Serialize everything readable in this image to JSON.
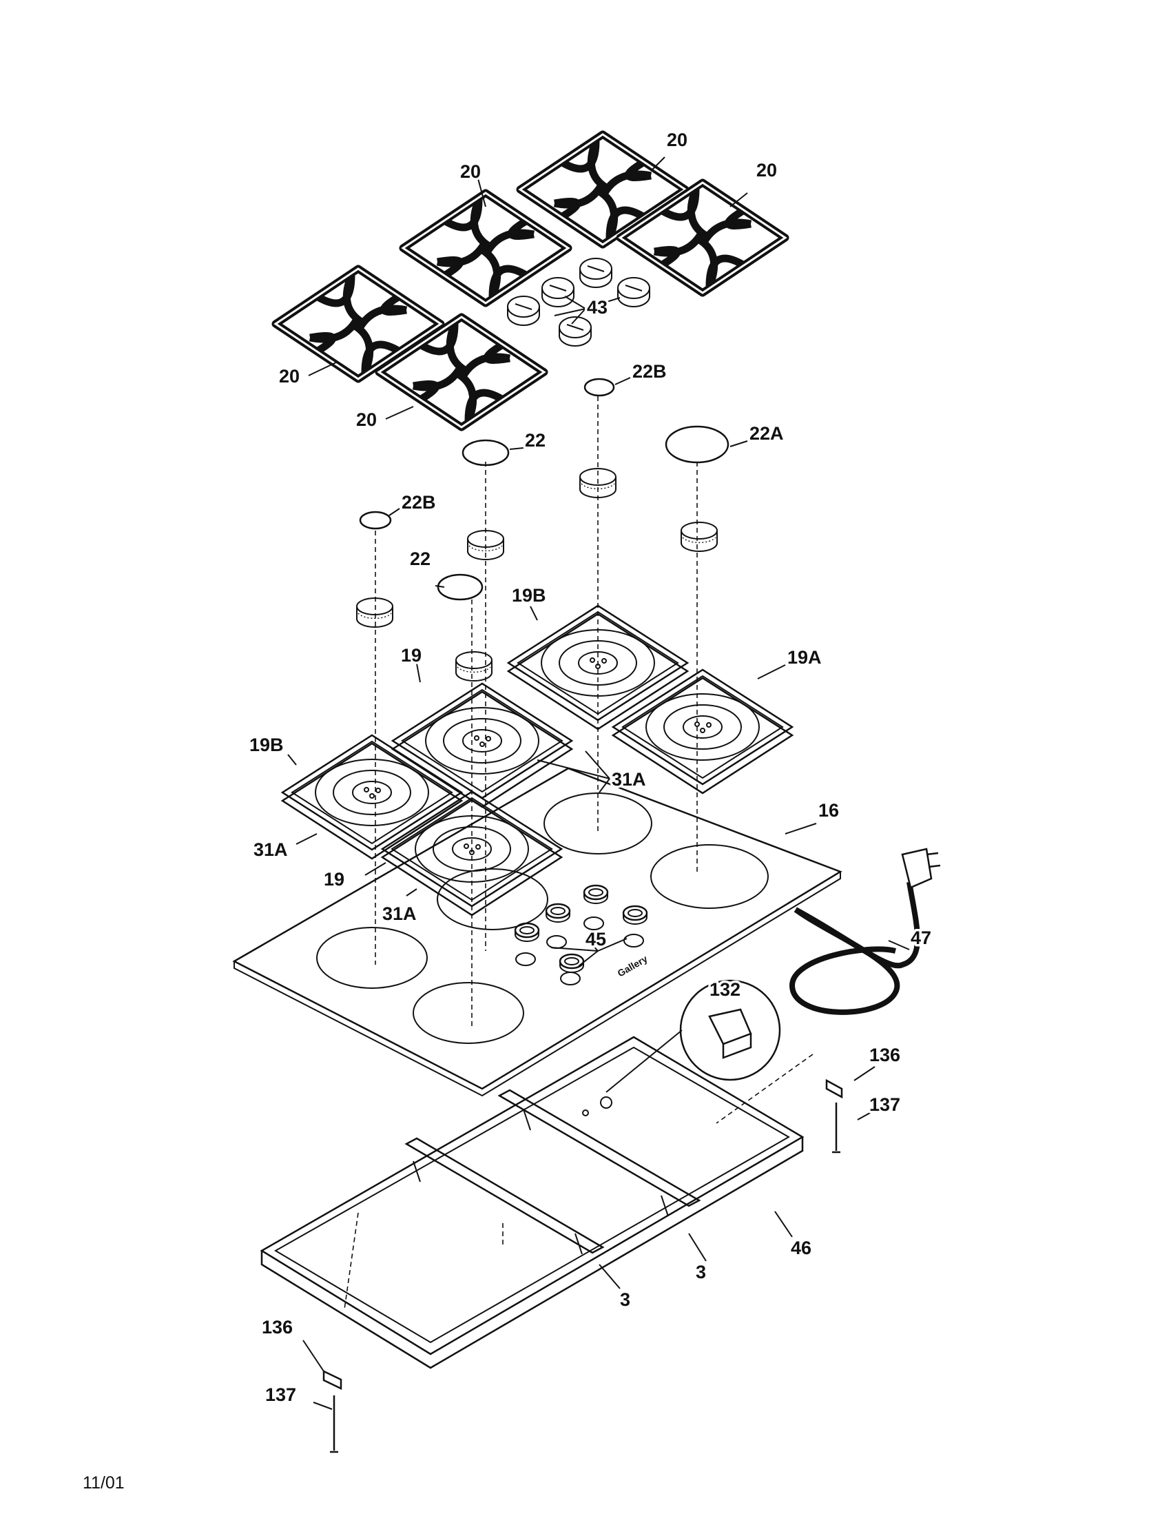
{
  "diagram": {
    "colors": {
      "ink": "#111111",
      "paper": "#ffffff"
    },
    "callouts": {
      "grate_top": "20",
      "grate_mid": "20",
      "grate_right": "20",
      "grate_left": "20",
      "grate_front": "20",
      "knobs": "43",
      "cap_small_back": "22B",
      "cap_large_right": "22A",
      "cap_mid_back": "22",
      "cap_small_left": "22B",
      "cap_mid_front": "22",
      "pan_back_left": "19B",
      "pan_right": "19A",
      "pan_mid": "19",
      "pan_left": "19B",
      "pan_front": "19",
      "trim_center": "31A",
      "trim_left": "31A",
      "trim_front": "31A",
      "cooktop": "16",
      "seals": "45",
      "power_cord": "47",
      "clip": "132",
      "bracket_right": "136",
      "screw_right": "137",
      "frame": "46",
      "rail_rear": "3",
      "rail_front": "3",
      "bracket_left": "136",
      "screw_left": "137"
    },
    "brand_mark": "Gallery"
  },
  "footer": {
    "date_code": "11/01"
  }
}
